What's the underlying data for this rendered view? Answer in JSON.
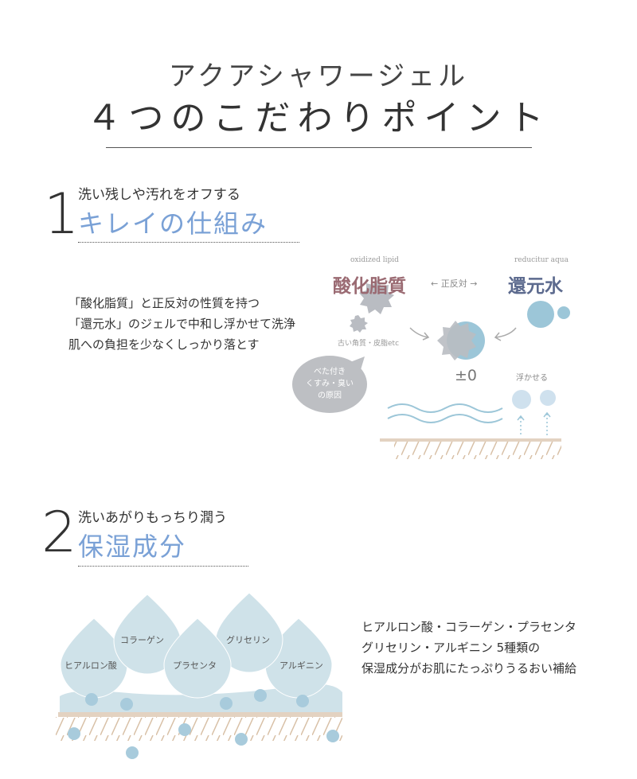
{
  "header": {
    "title_line1": "アクアシャワージェル",
    "title_line2": "４つのこだわりポイント"
  },
  "sections": [
    {
      "number": "1",
      "subtitle": "洗い残しや汚れをオフする",
      "heading": "キレイの仕組み",
      "body": [
        "「酸化脂質」と正反対の性質を持つ",
        "「還元水」のジェルで中和し浮かせて洗浄",
        "肌への負担を少なくしっかり落とす"
      ],
      "diagram": {
        "left_en": "oxidized lipid",
        "left_jp": "酸化脂質",
        "middle": "← 正反対 →",
        "right_en": "reducitur aqua",
        "right_jp": "還元水",
        "dirt_label": "古い角質・皮脂etc",
        "bubble": [
          "べた付き",
          "くすみ・臭い",
          "の原因"
        ],
        "neutral": "±0",
        "float_label": "浮かせる",
        "colors": {
          "lipid": "#9a6a72",
          "water": "#5c6a8e",
          "blue": "#9cc6d8",
          "gray": "#b9bcc2"
        }
      }
    },
    {
      "number": "2",
      "subtitle": "洗いあがりもっちり潤う",
      "heading": "保湿成分",
      "body": [
        "ヒアルロン酸・コラーゲン・プラセンタ",
        "グリセリン・アルギニン 5種類の",
        "保湿成分がお肌にたっぷりうるおい補給"
      ],
      "ingredients": [
        "ヒアルロン酸",
        "コラーゲン",
        "プラセンタ",
        "グリセリン",
        "アルギニン"
      ]
    }
  ]
}
